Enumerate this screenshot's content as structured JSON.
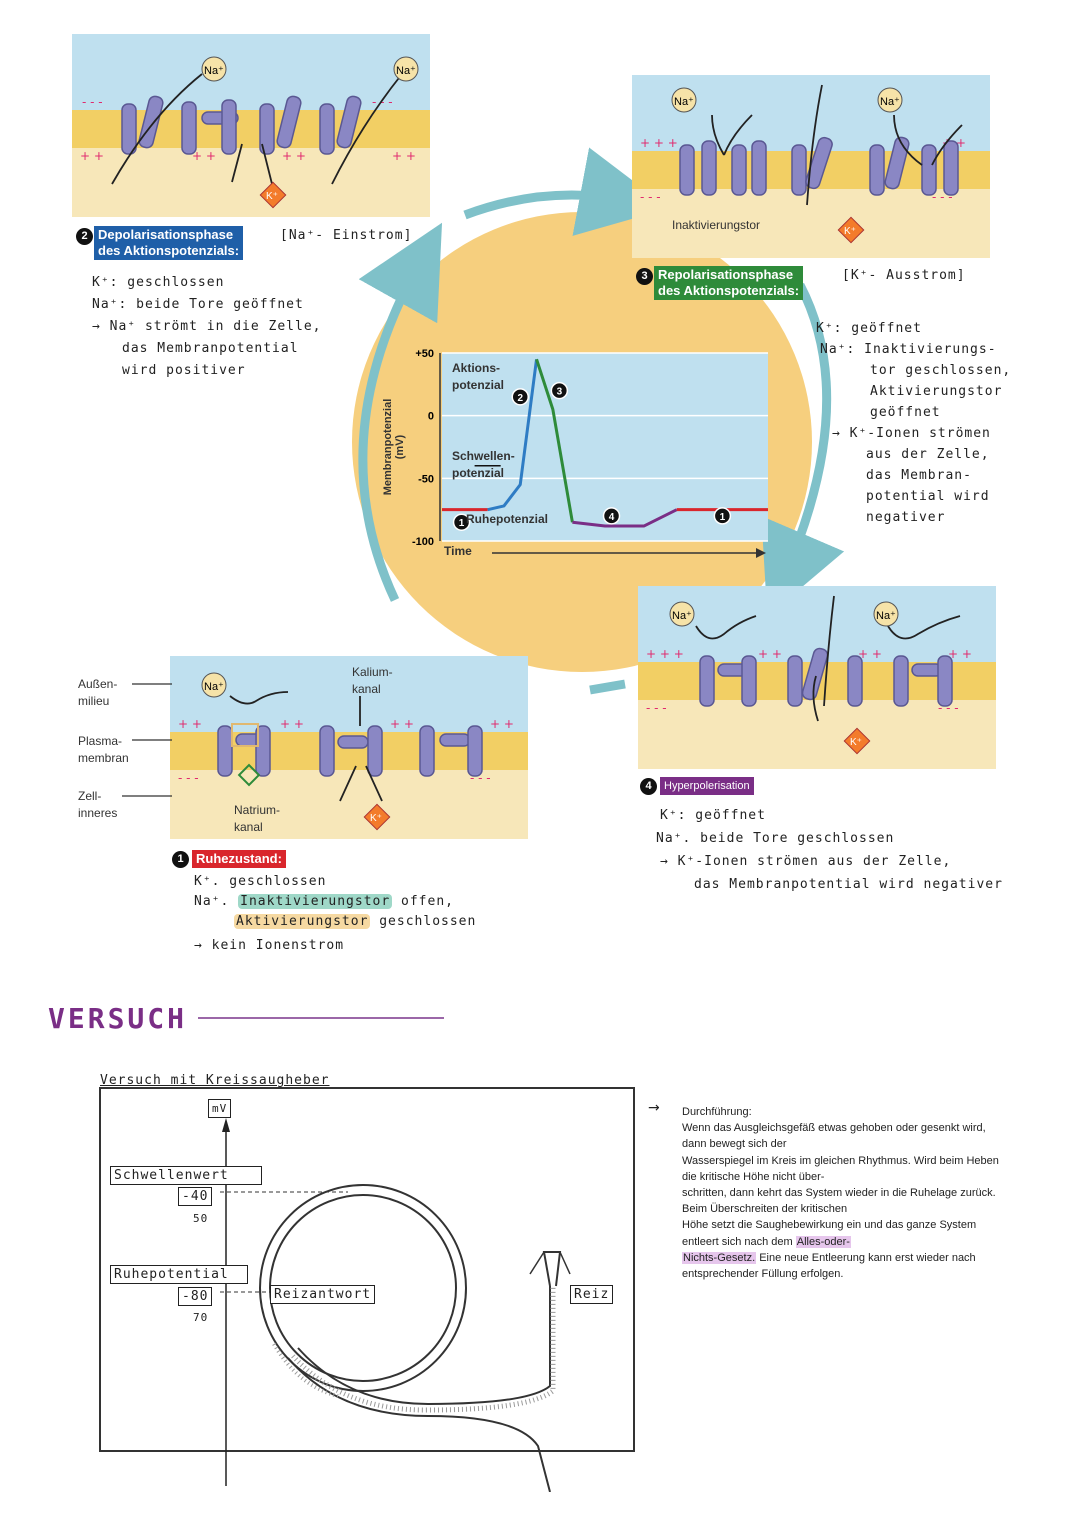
{
  "labels": {
    "na_ion": "Na⁺",
    "k_ion": "K⁺",
    "inactivation_gate": "Inaktivierungstor",
    "outer_medium": "Außen-\nmilieu",
    "plasma_membrane": "Plasma-\nmembran",
    "cell_interior": "Zell-\ninneres",
    "potassium_channel": "Kalium-\nkanal",
    "sodium_channel": "Natrium-\nkanal"
  },
  "phases": {
    "depolarization": {
      "number": "2",
      "title": "Depolarisationsphase\ndes Aktionspotenzials:",
      "bracket": "[Na⁺- Einstrom]",
      "color": "#1f5fa8",
      "notes": [
        "K⁺: geschlossen",
        "Na⁺: beide Tore geöffnet",
        "→ Na⁺ strömt in die Zelle,",
        "das Membranpotential",
        "wird positiver"
      ]
    },
    "repolarization": {
      "number": "3",
      "title": "Repolarisationsphase\ndes Aktionspotenzials:",
      "bracket": "[K⁺- Ausstrom]",
      "color": "#2e8b3a",
      "notes": [
        "K⁺: geöffnet",
        "Na⁺: Inaktivierungs-",
        "tor geschlossen,",
        "Aktivierungstor",
        "geöffnet",
        "→ K⁺-Ionen strömen",
        "aus der Zelle,",
        "das Membran-",
        "potential wird",
        "negativer"
      ]
    },
    "hyperpolarization": {
      "number": "4",
      "title": "Hyperpolerisation",
      "color": "#7a2e86",
      "notes": [
        "K⁺: geöffnet",
        "Na⁺. beide Tore geschlossen",
        "→ K⁺-Ionen strömen aus der Zelle,",
        "das Membranpotential wird negativer"
      ]
    },
    "rest": {
      "number": "1",
      "title": "Ruhezustand:",
      "color": "#d9262c",
      "note_k": "K⁺. geschlossen",
      "note_na_prefix": "Na⁺.",
      "note_na_hl": "Inaktivierungstor",
      "note_na_suffix": "offen,",
      "note_act_hl": "Aktivierungstor",
      "note_act_suffix": "geschlossen",
      "note_result": "→ kein Ionenstrom"
    }
  },
  "chart_data": {
    "type": "line",
    "ylabel": "Membranpotenzial\n(mV)",
    "xlabel": "Time",
    "ylim": [
      -100,
      50
    ],
    "yticks": [
      "+50",
      "0",
      "-50",
      "-100"
    ],
    "annotations": {
      "action_potential": "Aktions-\npotenzial",
      "threshold": "Schwellen-\npotenzial",
      "resting": "Ruhepotenzial"
    },
    "markers": [
      "1",
      "2",
      "3",
      "4",
      "1"
    ],
    "series": [
      {
        "phase": "1",
        "color": "#d9262c",
        "x": [
          0,
          14
        ],
        "y": [
          -75,
          -75
        ]
      },
      {
        "phase": "2",
        "color": "#2e7cc4",
        "x": [
          14,
          19,
          24,
          29
        ],
        "y": [
          -75,
          -72,
          -55,
          45
        ]
      },
      {
        "phase": "3",
        "color": "#2e8b3a",
        "x": [
          29,
          34,
          40
        ],
        "y": [
          45,
          5,
          -85
        ]
      },
      {
        "phase": "4",
        "color": "#7a2e86",
        "x": [
          40,
          50,
          62,
          72
        ],
        "y": [
          -85,
          -88,
          -88,
          -75
        ]
      },
      {
        "phase": "1",
        "color": "#d9262c",
        "x": [
          72,
          100
        ],
        "y": [
          -75,
          -75
        ]
      }
    ]
  },
  "versuch": {
    "heading": "VERSUCH",
    "subtitle": "Versuch mit Kreissaugheber",
    "axis_unit": "mV",
    "threshold_label": "Schwellenwert",
    "threshold_value": "-40",
    "threshold_value2": "50",
    "resting_label": "Ruhepotential",
    "resting_value": "-80",
    "resting_value2": "70",
    "response_label": "Reizantwort",
    "stimulus_label": "Reiz",
    "desc_arrow": "→",
    "desc_title": "Durchführung:",
    "desc_lines": [
      "Wenn das Ausgleichsgefäß etwas gehoben oder gesenkt wird,",
      "dann bewegt sich der",
      "Wasserspiegel im Kreis im gleichen Rhythmus. Wird beim Heben",
      "die kritische Höhe nicht über-",
      "schritten, dann kehrt das System wieder in die Ruhelage zurück.",
      "Beim Überschreiten der kritischen",
      "Höhe setzt die Saughebewirkung ein und das ganze System"
    ],
    "desc_line8_pre": "entleert sich nach dem",
    "desc_hl1": "Alles-oder-",
    "desc_hl2": "Nichts-Gesetz.",
    "desc_line9_post": "Eine neue Entleerung kann erst wieder nach",
    "desc_line10": "entsprechender Füllung erfolgen."
  },
  "colors": {
    "outer_medium": "#bfe0ef",
    "membrane": "#f2cf64",
    "interior": "#f7e7b9",
    "channel": "#8a87c4",
    "circle": "#f6cf7e",
    "cycle_arrow": "#7fc1c9",
    "heading": "#7a2e86"
  }
}
